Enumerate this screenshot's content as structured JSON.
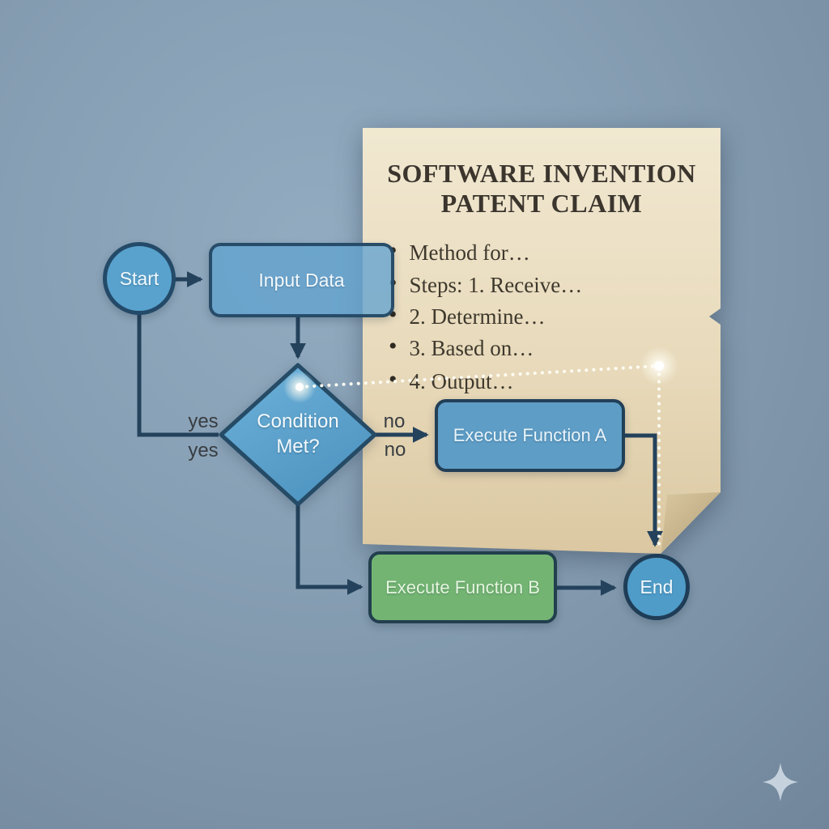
{
  "document": {
    "title_line1": "SOFTWARE INVENTION",
    "title_line2": "PATENT CLAIM",
    "bullets": [
      "Method for…",
      "Steps: 1. Receive…",
      "2. Determine…",
      "3. Based on…",
      "4. Output…"
    ]
  },
  "flowchart": {
    "nodes": {
      "start": "Start",
      "input": "Input Data",
      "condition": "Condition Met?",
      "function_a": "Execute Function A",
      "function_b": "Execute Function B",
      "end": "End"
    },
    "edge_labels": {
      "yes_upper": "yes",
      "yes_lower": "yes",
      "no_upper": "no",
      "no_lower": "no"
    }
  },
  "colors": {
    "background": "#879fb4",
    "parchment": "#e9dcbd",
    "node_blue": "#59a2ce",
    "node_green": "#73b473",
    "border_navy": "#24425c",
    "connector": "#24425c",
    "dotted_highlight": "#ffffff",
    "title_text": "#3b352e",
    "sparkle": "#c9d6e2"
  },
  "icons": {
    "sparkle": "four-point-star"
  }
}
